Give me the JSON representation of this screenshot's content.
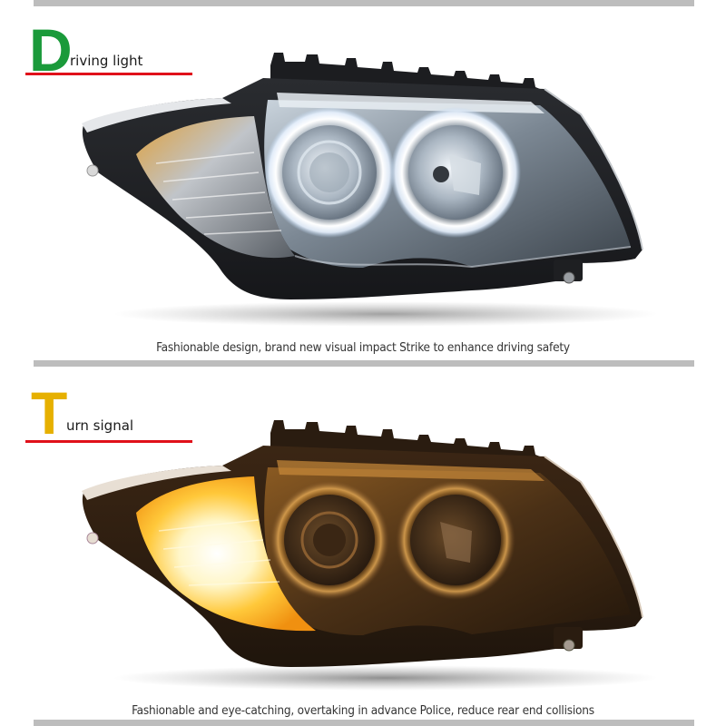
{
  "colors": {
    "driving_letter": "#1a9a3a",
    "turn_letter": "#e6b000",
    "accent_line": "#e0101a",
    "divider": "#bdbdbd",
    "caption_text": "#333333"
  },
  "sections": [
    {
      "id": "driving-light",
      "initial": "D",
      "title_rest": "riving light",
      "image": "headlight-driving-light-icon",
      "caption": "Fashionable design, brand new visual impact Strike to enhance driving safety"
    },
    {
      "id": "turn-signal",
      "initial": "T",
      "title_rest": "urn signal",
      "image": "headlight-turn-signal-icon",
      "caption": "Fashionable and eye-catching, overtaking in advance Police, reduce rear end collisions"
    }
  ]
}
